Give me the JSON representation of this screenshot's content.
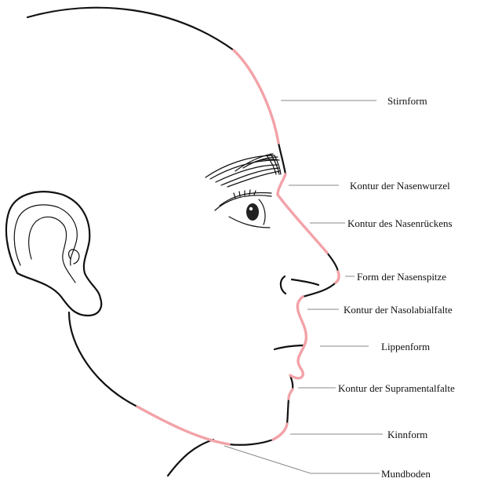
{
  "colors": {
    "outline": "#111111",
    "highlight": "#f2a2a8",
    "leader": "#8a8a8a",
    "background": "#ffffff"
  },
  "labels": {
    "stirnform": "Stirnform",
    "nasenwurzel": "Kontur der Nasenwurzel",
    "nasenruecken": "Kontur des Nasenrückens",
    "nasenspitze": "Form der Nasenspitze",
    "nasolabialfalte": "Kontur der Nasolabialfalte",
    "lippenform": "Lippenform",
    "supramentalfalte": "Kontur der Supramentalfalte",
    "kinnform": "Kinnform",
    "mundboden": "Mundboden"
  }
}
